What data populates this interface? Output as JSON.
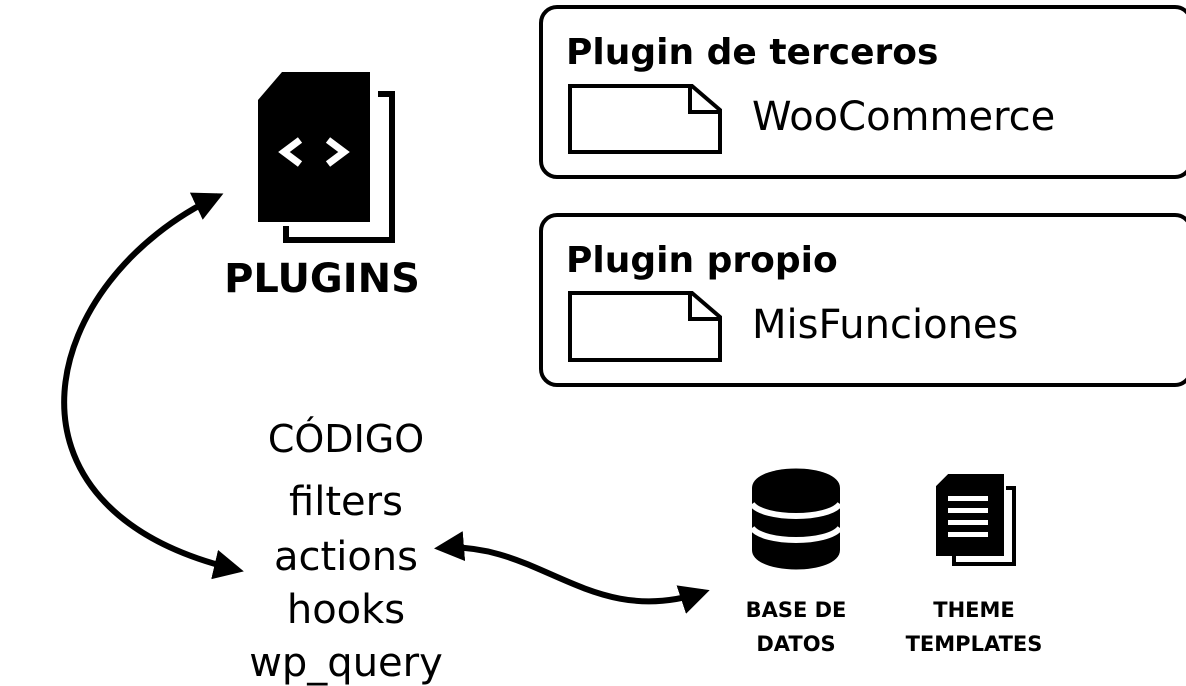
{
  "plugins": {
    "title": "PLUGINS",
    "icon": "code-file-stack-icon"
  },
  "cards": [
    {
      "heading": "Plugin de terceros",
      "item": "WooCommerce",
      "icon": "file-icon"
    },
    {
      "heading": "Plugin propio",
      "item": "MisFunciones",
      "icon": "file-icon"
    }
  ],
  "code": {
    "title": "CÓDIGO",
    "items": [
      "filters",
      "actions",
      "hooks",
      "wp_query"
    ]
  },
  "database": {
    "label_line1": "BASE DE",
    "label_line2": "DATOS",
    "icon": "database-icon"
  },
  "theme": {
    "label_line1": "THEME",
    "label_line2": "TEMPLATES",
    "icon": "document-stack-icon"
  }
}
